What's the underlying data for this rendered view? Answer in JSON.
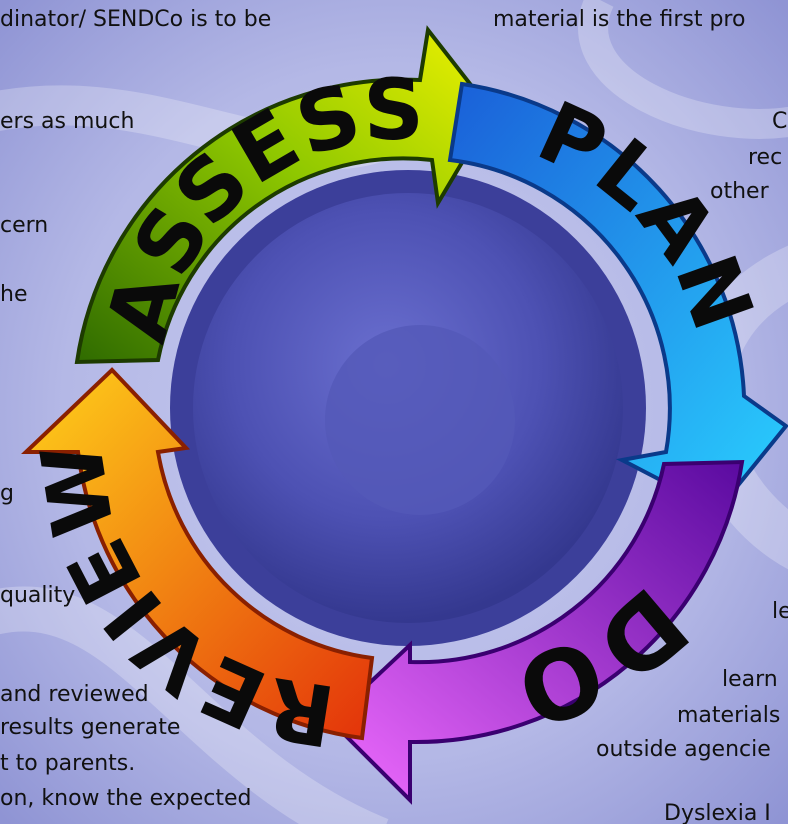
{
  "cycle": {
    "stages": [
      {
        "label": "ASSESS",
        "color": "#c6e400"
      },
      {
        "label": "PLAN",
        "color": "#1e9ef0"
      },
      {
        "label": "DO",
        "color": "#b21ee0"
      },
      {
        "label": "REVIEW",
        "color": "#f39a10"
      }
    ]
  },
  "background_text": {
    "left": [
      "dinator/ SENDCo is to be",
      "ers as much",
      "cern",
      "he",
      "g",
      "quality",
      "and reviewed",
      "results generate",
      "t to parents.",
      "on, know the expected"
    ],
    "right": [
      "material is the first pro",
      "C",
      "rec",
      "other",
      "le",
      "learn",
      "materials",
      "outside agencie",
      "Dyslexia I"
    ]
  }
}
